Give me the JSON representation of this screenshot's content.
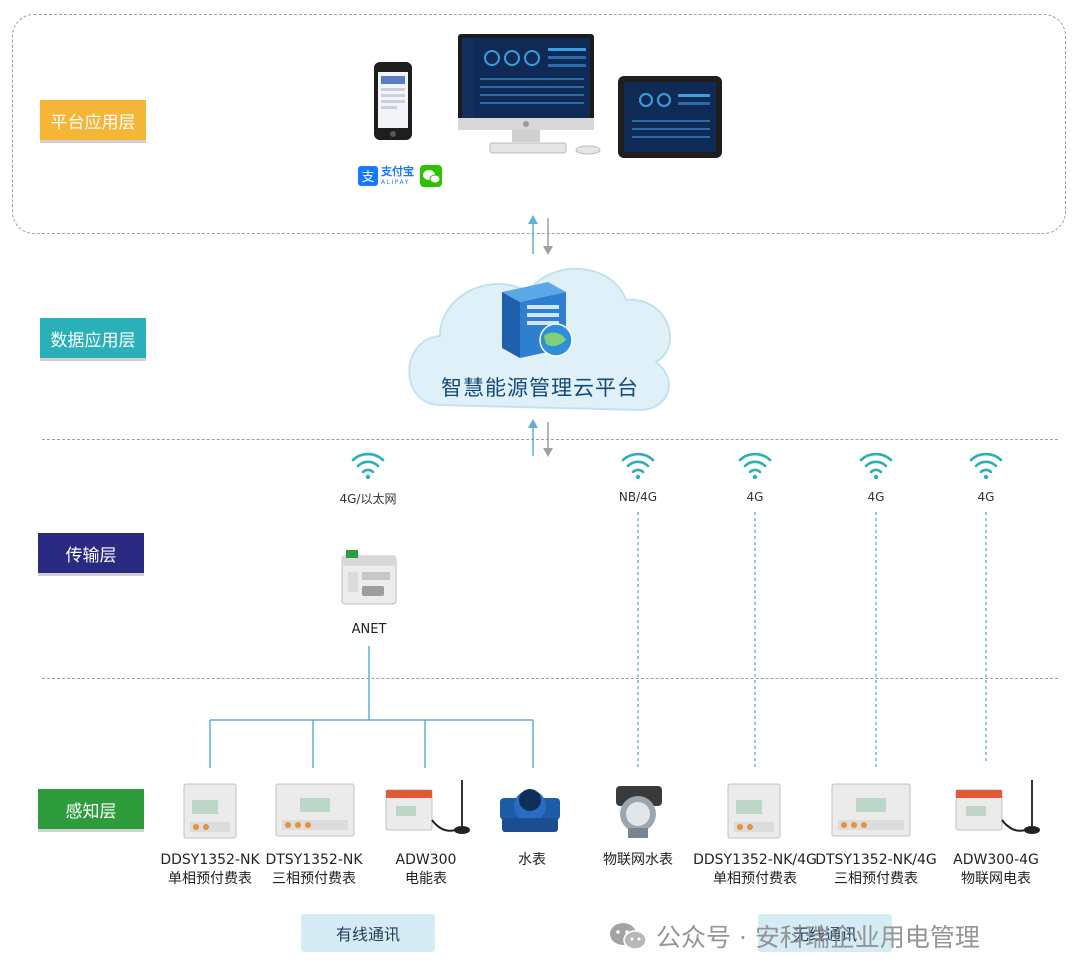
{
  "layers": {
    "platform": "平台应用层",
    "data": "数据应用层",
    "transport": "传输层",
    "perception": "感知层"
  },
  "colors": {
    "platform": "#f5b537",
    "data": "#2ab0b8",
    "transport": "#2b2a82",
    "perception": "#2e9b3d",
    "line": "#5bb0d4"
  },
  "payment": {
    "alipay_cn": "支付宝",
    "alipay_en": "ALIPAY"
  },
  "cloud": {
    "title": "智慧能源管理云平台"
  },
  "networks": [
    "4G/以太网",
    "NB/4G",
    "4G",
    "4G",
    "4G"
  ],
  "gateway": {
    "name": "ANET"
  },
  "devices": [
    {
      "line1": "DDSY1352-NK",
      "line2": "单相预付费表"
    },
    {
      "line1": "DTSY1352-NK",
      "line2": "三相预付费表"
    },
    {
      "line1": "ADW300",
      "line2": "电能表"
    },
    {
      "line1": "水表",
      "line2": ""
    },
    {
      "line1": "物联网水表",
      "line2": ""
    },
    {
      "line1": "DDSY1352-NK/4G",
      "line2": "单相预付费表"
    },
    {
      "line1": "DTSY1352-NK/4G",
      "line2": "三相预付费表"
    },
    {
      "line1": "ADW300-4G",
      "line2": "物联网电表"
    }
  ],
  "comm": {
    "wired": "有线通讯",
    "wireless": "无线通讯"
  },
  "watermark": {
    "text": "公众号 · 安科瑞企业用电管理"
  }
}
